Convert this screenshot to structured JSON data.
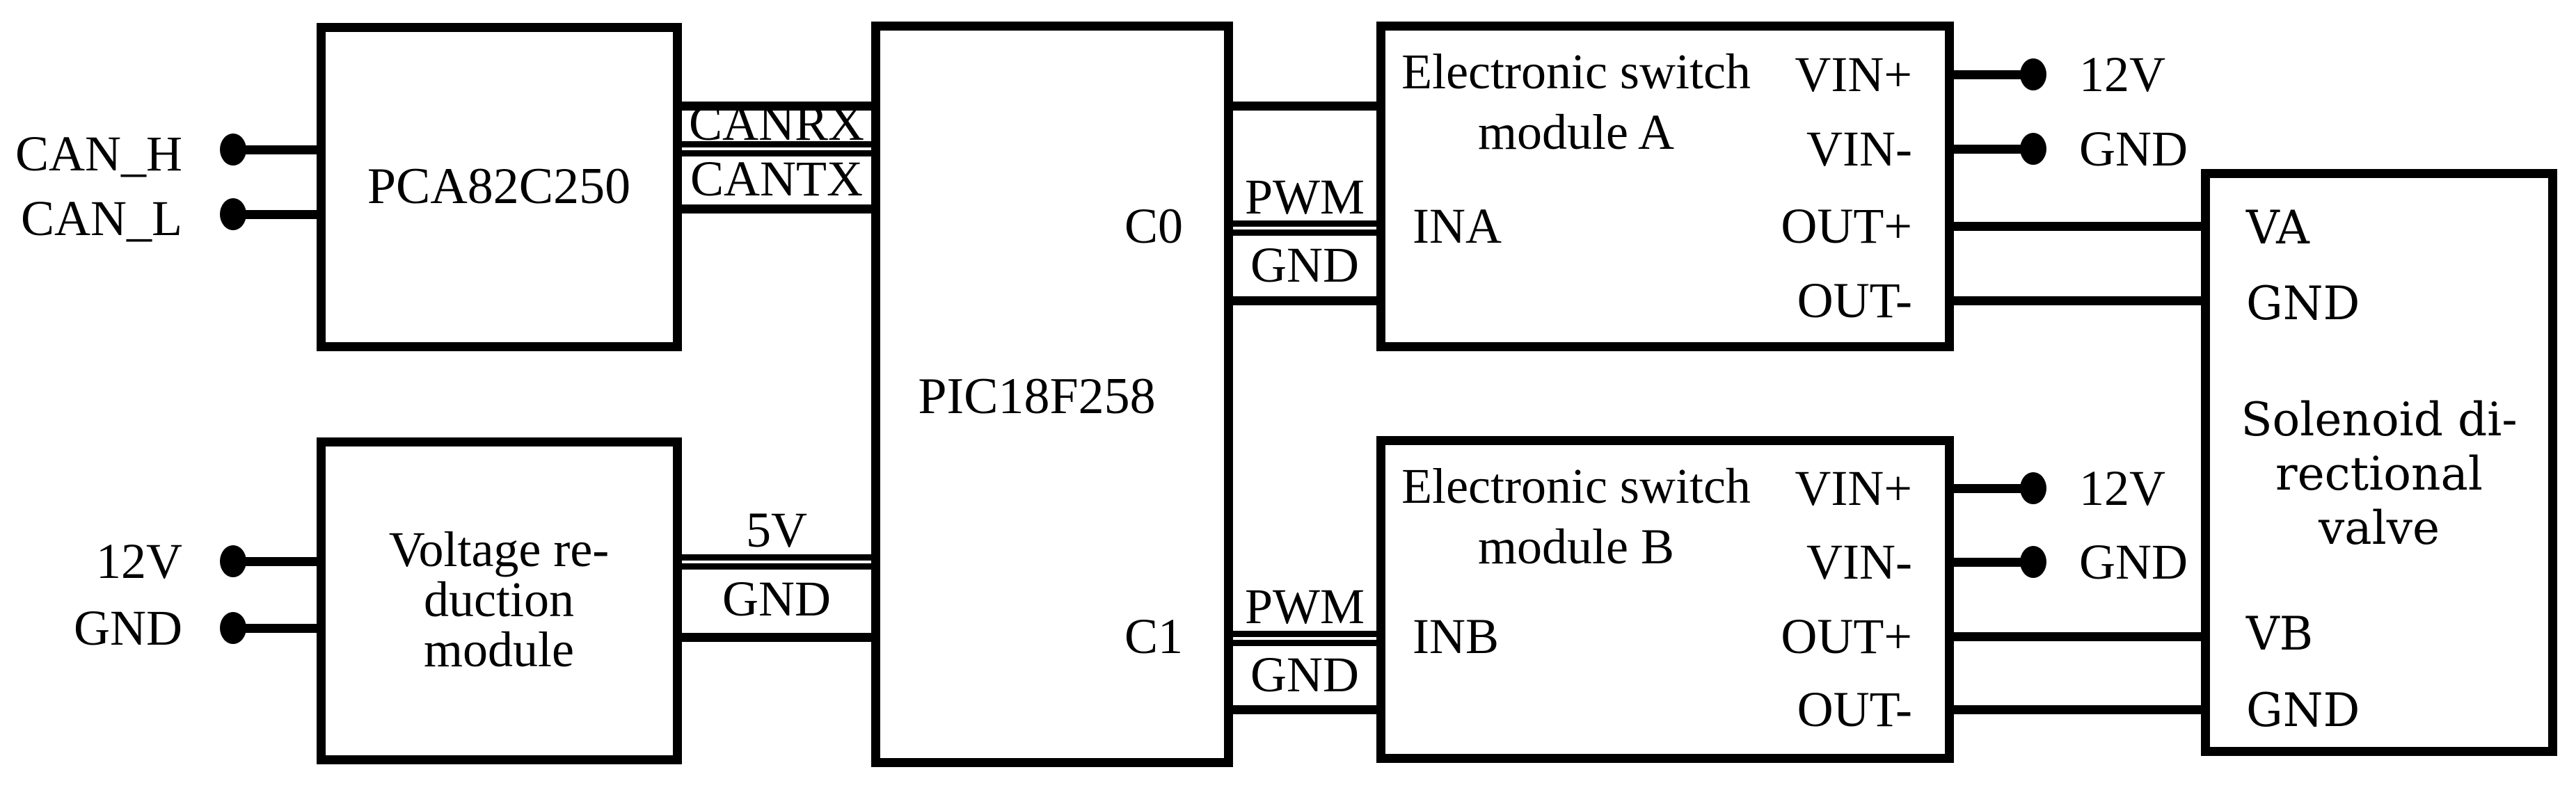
{
  "blocks": {
    "pca": {
      "title": "PCA82C250"
    },
    "vrm": {
      "title_line1": "Voltage re-",
      "title_line2": "duction",
      "title_line3": "module"
    },
    "pic": {
      "title": "PIC18F258",
      "c0": "C0",
      "c1": "C1"
    },
    "switch_a": {
      "title_line1": "Electronic switch",
      "title_line2": "module A",
      "in": "INA",
      "vin_plus": "VIN+",
      "vin_minus": "VIN-",
      "out_plus": "OUT+",
      "out_minus": "OUT-"
    },
    "switch_b": {
      "title_line1": "Electronic switch",
      "title_line2": "module B",
      "in": "INB",
      "vin_plus": "VIN+",
      "vin_minus": "VIN-",
      "out_plus": "OUT+",
      "out_minus": "OUT-"
    },
    "valve": {
      "title_line1": "Solenoid di-",
      "title_line2": "rectional",
      "title_line3": "valve",
      "va": "VA",
      "gnd_top": "GND",
      "vb": "VB",
      "gnd_bottom": "GND"
    }
  },
  "external": {
    "can_h": "CAN_H",
    "can_l": "CAN_L",
    "v12_left": "12V",
    "gnd_left": "GND",
    "v12_a": "12V",
    "gnd_a": "GND",
    "v12_b": "12V",
    "gnd_b": "GND"
  },
  "nets": {
    "canrx": "CANRX",
    "cantx": "CANTX",
    "v5": "5V",
    "gnd_5v": "GND",
    "pwm_a": "PWM",
    "gnd_a": "GND",
    "pwm_b": "PWM",
    "gnd_b": "GND"
  },
  "colors": {
    "stroke": "#000000",
    "background": "#ffffff"
  }
}
